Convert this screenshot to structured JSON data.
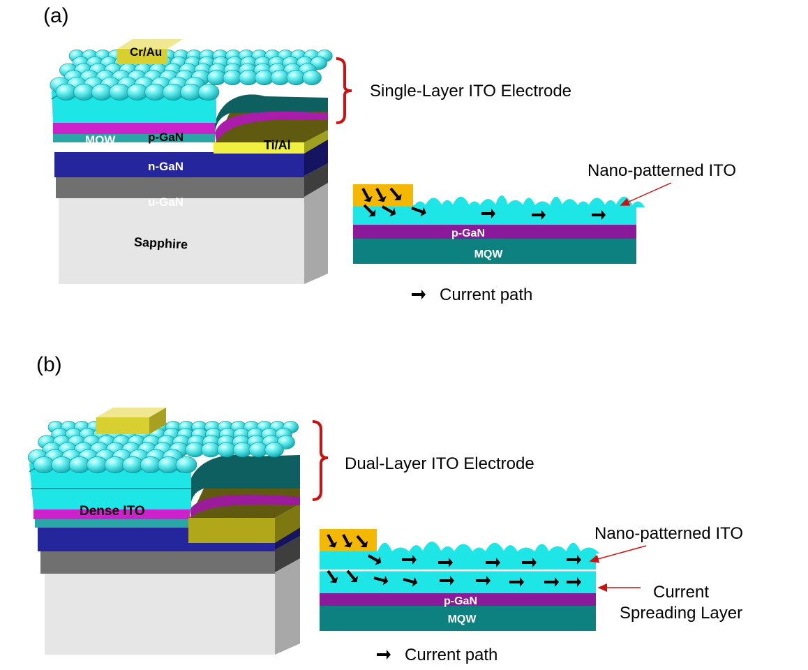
{
  "panel_a": {
    "tag": "(a)",
    "layers": {
      "contact": "Cr/Au",
      "p_gan": "p-GaN",
      "mqw": "MQW",
      "n_contact": "Ti/Al",
      "n_gan": "n-GaN",
      "u_gan": "u-GaN",
      "substrate": "Sapphire"
    },
    "electrode_label": "Single-Layer ITO Electrode",
    "cross_section": {
      "p_gan": "p-GaN",
      "mqw": "MQW",
      "nano_label": "Nano-patterned ITO"
    },
    "legend": "Current path"
  },
  "panel_b": {
    "tag": "(b)",
    "layers": {
      "dense_ito": "Dense ITO"
    },
    "electrode_label": "Dual-Layer ITO Electrode",
    "cross_section": {
      "p_gan": "p-GaN",
      "mqw": "MQW",
      "nano_label": "Nano-patterned  ITO",
      "spreading_line1": "Current",
      "spreading_line2": "Spreading Layer"
    },
    "legend": "Current path"
  },
  "colors": {
    "ito": "#1fe6e6",
    "ito_side": "#17bcbc",
    "p_gan": "#cc22cc",
    "mqw": "#2aa6a6",
    "n_gan": "#25259a",
    "u_gan": "#6e6e6e",
    "sapphire": "#e4e4e4",
    "contact": "#d8d030",
    "n_contact": "#f0f040",
    "cs_contact": "#f5b800",
    "cs_p_gan": "#8a1a9a",
    "cs_mqw": "#0d8080",
    "bracket": "#cc1111"
  }
}
